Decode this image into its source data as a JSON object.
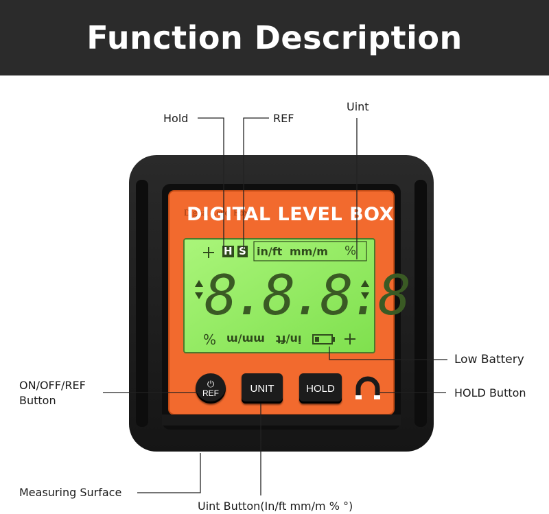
{
  "header": {
    "title": "Function Description"
  },
  "callouts": {
    "hold": "Hold",
    "ref": "REF",
    "unit": "Uint",
    "low_battery": "Low Battery",
    "on_off_ref_line1": "ON/OFF/REF",
    "on_off_ref_line2": "Button",
    "hold_button": "HOLD Button",
    "measuring_surface": "Measuring Surface",
    "unit_button": "Uint Button(In/ft  mm/m %  °)"
  },
  "device": {
    "brand_text": "DIGITAL LEVEL BOX",
    "brand_ghost": "Digital Level Box",
    "lcd_top_indicators": {
      "h": "H",
      "s": "S",
      "inft": "in/ft",
      "mmm": "mm/m",
      "pct": "%"
    },
    "lcd_digits": "8.8.8.8",
    "lcd_bottom_indicators": {
      "pct": "%",
      "mmm": "mm/m",
      "inft": "in/ft"
    },
    "buttons": {
      "power_label": "REF",
      "unit": "UNIT",
      "hold": "HOLD"
    }
  },
  "colors": {
    "orange": "#f26a2e",
    "lcd_green": "#9cf06a",
    "body": "#1d1d1d",
    "header": "#2b2b2b"
  }
}
